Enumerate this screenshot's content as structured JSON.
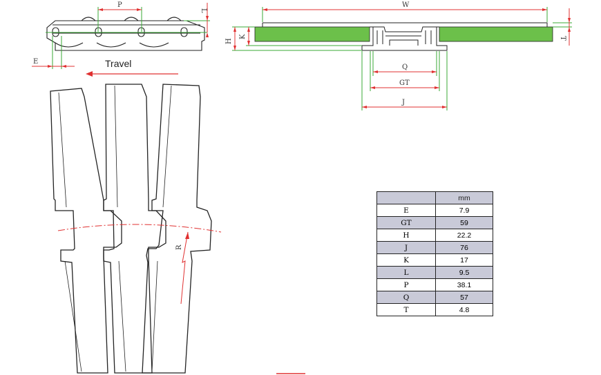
{
  "labels": {
    "travel": "Travel",
    "side_view": {
      "p": "P",
      "l": "L",
      "e": "E"
    },
    "cross_section": {
      "w": "W",
      "h": "H",
      "k": "K",
      "t": "T",
      "q": "Q",
      "gt": "GT",
      "j": "J"
    },
    "top_view": {
      "r": "R"
    }
  },
  "table": {
    "unit_header": "mm",
    "rows": [
      {
        "key": "E",
        "value": "7.9"
      },
      {
        "key": "GT",
        "value": "59"
      },
      {
        "key": "H",
        "value": "22.2"
      },
      {
        "key": "J",
        "value": "76"
      },
      {
        "key": "K",
        "value": "17"
      },
      {
        "key": "L",
        "value": "9.5"
      },
      {
        "key": "P",
        "value": "38.1"
      },
      {
        "key": "Q",
        "value": "57"
      },
      {
        "key": "T",
        "value": "4.8"
      }
    ]
  },
  "colors": {
    "line": "#222222",
    "dimension_red": "#e03030",
    "extension_green": "#3aaa35",
    "plate_green": "#6cc04a",
    "table_header": "#c9cad8"
  }
}
